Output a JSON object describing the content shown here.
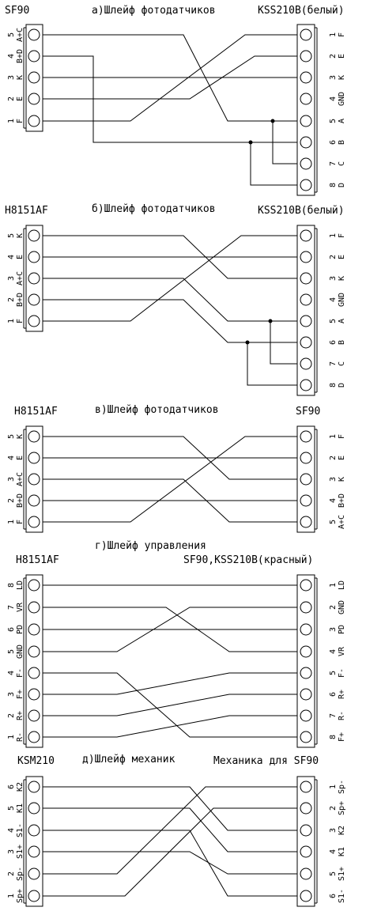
{
  "sections": [
    {
      "title": "а)Шлейф фотодатчиков",
      "left_name": "SF90",
      "right_name": "KSS210B(белый)",
      "left_pins": [
        {
          "n": "5",
          "l": "A+C"
        },
        {
          "n": "4",
          "l": "B+D"
        },
        {
          "n": "3",
          "l": "K"
        },
        {
          "n": "2",
          "l": "E"
        },
        {
          "n": "1",
          "l": "F"
        }
      ],
      "right_pins": [
        {
          "n": "1",
          "l": "F"
        },
        {
          "n": "2",
          "l": "E"
        },
        {
          "n": "3",
          "l": "K"
        },
        {
          "n": "4",
          "l": "GND"
        },
        {
          "n": "5",
          "l": "A"
        },
        {
          "n": "6",
          "l": "B"
        },
        {
          "n": "7",
          "l": "C"
        },
        {
          "n": "8",
          "l": "D"
        }
      ]
    },
    {
      "title": "б)Шлейф фотодатчиков",
      "left_name": "H8151AF",
      "right_name": "KSS210B(белый)",
      "left_pins": [
        {
          "n": "5",
          "l": "K"
        },
        {
          "n": "4",
          "l": "E"
        },
        {
          "n": "3",
          "l": "A+C"
        },
        {
          "n": "2",
          "l": "B+D"
        },
        {
          "n": "1",
          "l": "F"
        }
      ],
      "right_pins": [
        {
          "n": "1",
          "l": "F"
        },
        {
          "n": "2",
          "l": "E"
        },
        {
          "n": "3",
          "l": "K"
        },
        {
          "n": "4",
          "l": "GND"
        },
        {
          "n": "5",
          "l": "A"
        },
        {
          "n": "6",
          "l": "B"
        },
        {
          "n": "7",
          "l": "C"
        },
        {
          "n": "8",
          "l": "D"
        }
      ]
    },
    {
      "title": "в)Шлейф фотодатчиков",
      "left_name": "H8151AF",
      "right_name": "SF90",
      "left_pins": [
        {
          "n": "5",
          "l": "K"
        },
        {
          "n": "4",
          "l": "E"
        },
        {
          "n": "3",
          "l": "A+C"
        },
        {
          "n": "2",
          "l": "B+D"
        },
        {
          "n": "1",
          "l": "F"
        }
      ],
      "right_pins": [
        {
          "n": "1",
          "l": "F"
        },
        {
          "n": "2",
          "l": "E"
        },
        {
          "n": "3",
          "l": "K"
        },
        {
          "n": "4",
          "l": "B+D"
        },
        {
          "n": "5",
          "l": "A+C"
        }
      ]
    },
    {
      "title": "г)Шлейф управления",
      "left_name": "H8151AF",
      "right_name": "SF90,KSS210B(красный)",
      "left_pins": [
        {
          "n": "8",
          "l": "LD"
        },
        {
          "n": "7",
          "l": "VR"
        },
        {
          "n": "6",
          "l": "PD"
        },
        {
          "n": "5",
          "l": "GND"
        },
        {
          "n": "4",
          "l": "F-"
        },
        {
          "n": "3",
          "l": "F+"
        },
        {
          "n": "2",
          "l": "R+"
        },
        {
          "n": "1",
          "l": "R-"
        }
      ],
      "right_pins": [
        {
          "n": "1",
          "l": "LD"
        },
        {
          "n": "2",
          "l": "GND"
        },
        {
          "n": "3",
          "l": "PD"
        },
        {
          "n": "4",
          "l": "VR"
        },
        {
          "n": "5",
          "l": "F-"
        },
        {
          "n": "6",
          "l": "R+"
        },
        {
          "n": "7",
          "l": "R-"
        },
        {
          "n": "8",
          "l": "F+"
        }
      ]
    },
    {
      "title": "д)Шлейф механик",
      "left_name": "KSM210",
      "right_name": "Механика для SF90",
      "left_pins": [
        {
          "n": "6",
          "l": "K2"
        },
        {
          "n": "5",
          "l": "K1"
        },
        {
          "n": "4",
          "l": "S1-"
        },
        {
          "n": "3",
          "l": "S1+"
        },
        {
          "n": "2",
          "l": "Sp-"
        },
        {
          "n": "1",
          "l": "Sp+"
        }
      ],
      "right_pins": [
        {
          "n": "1",
          "l": "Sp-"
        },
        {
          "n": "2",
          "l": "Sp+"
        },
        {
          "n": "3",
          "l": "K2"
        },
        {
          "n": "4",
          "l": "K1"
        },
        {
          "n": "5",
          "l": "S1+"
        },
        {
          "n": "6",
          "l": "S1-"
        }
      ]
    }
  ]
}
